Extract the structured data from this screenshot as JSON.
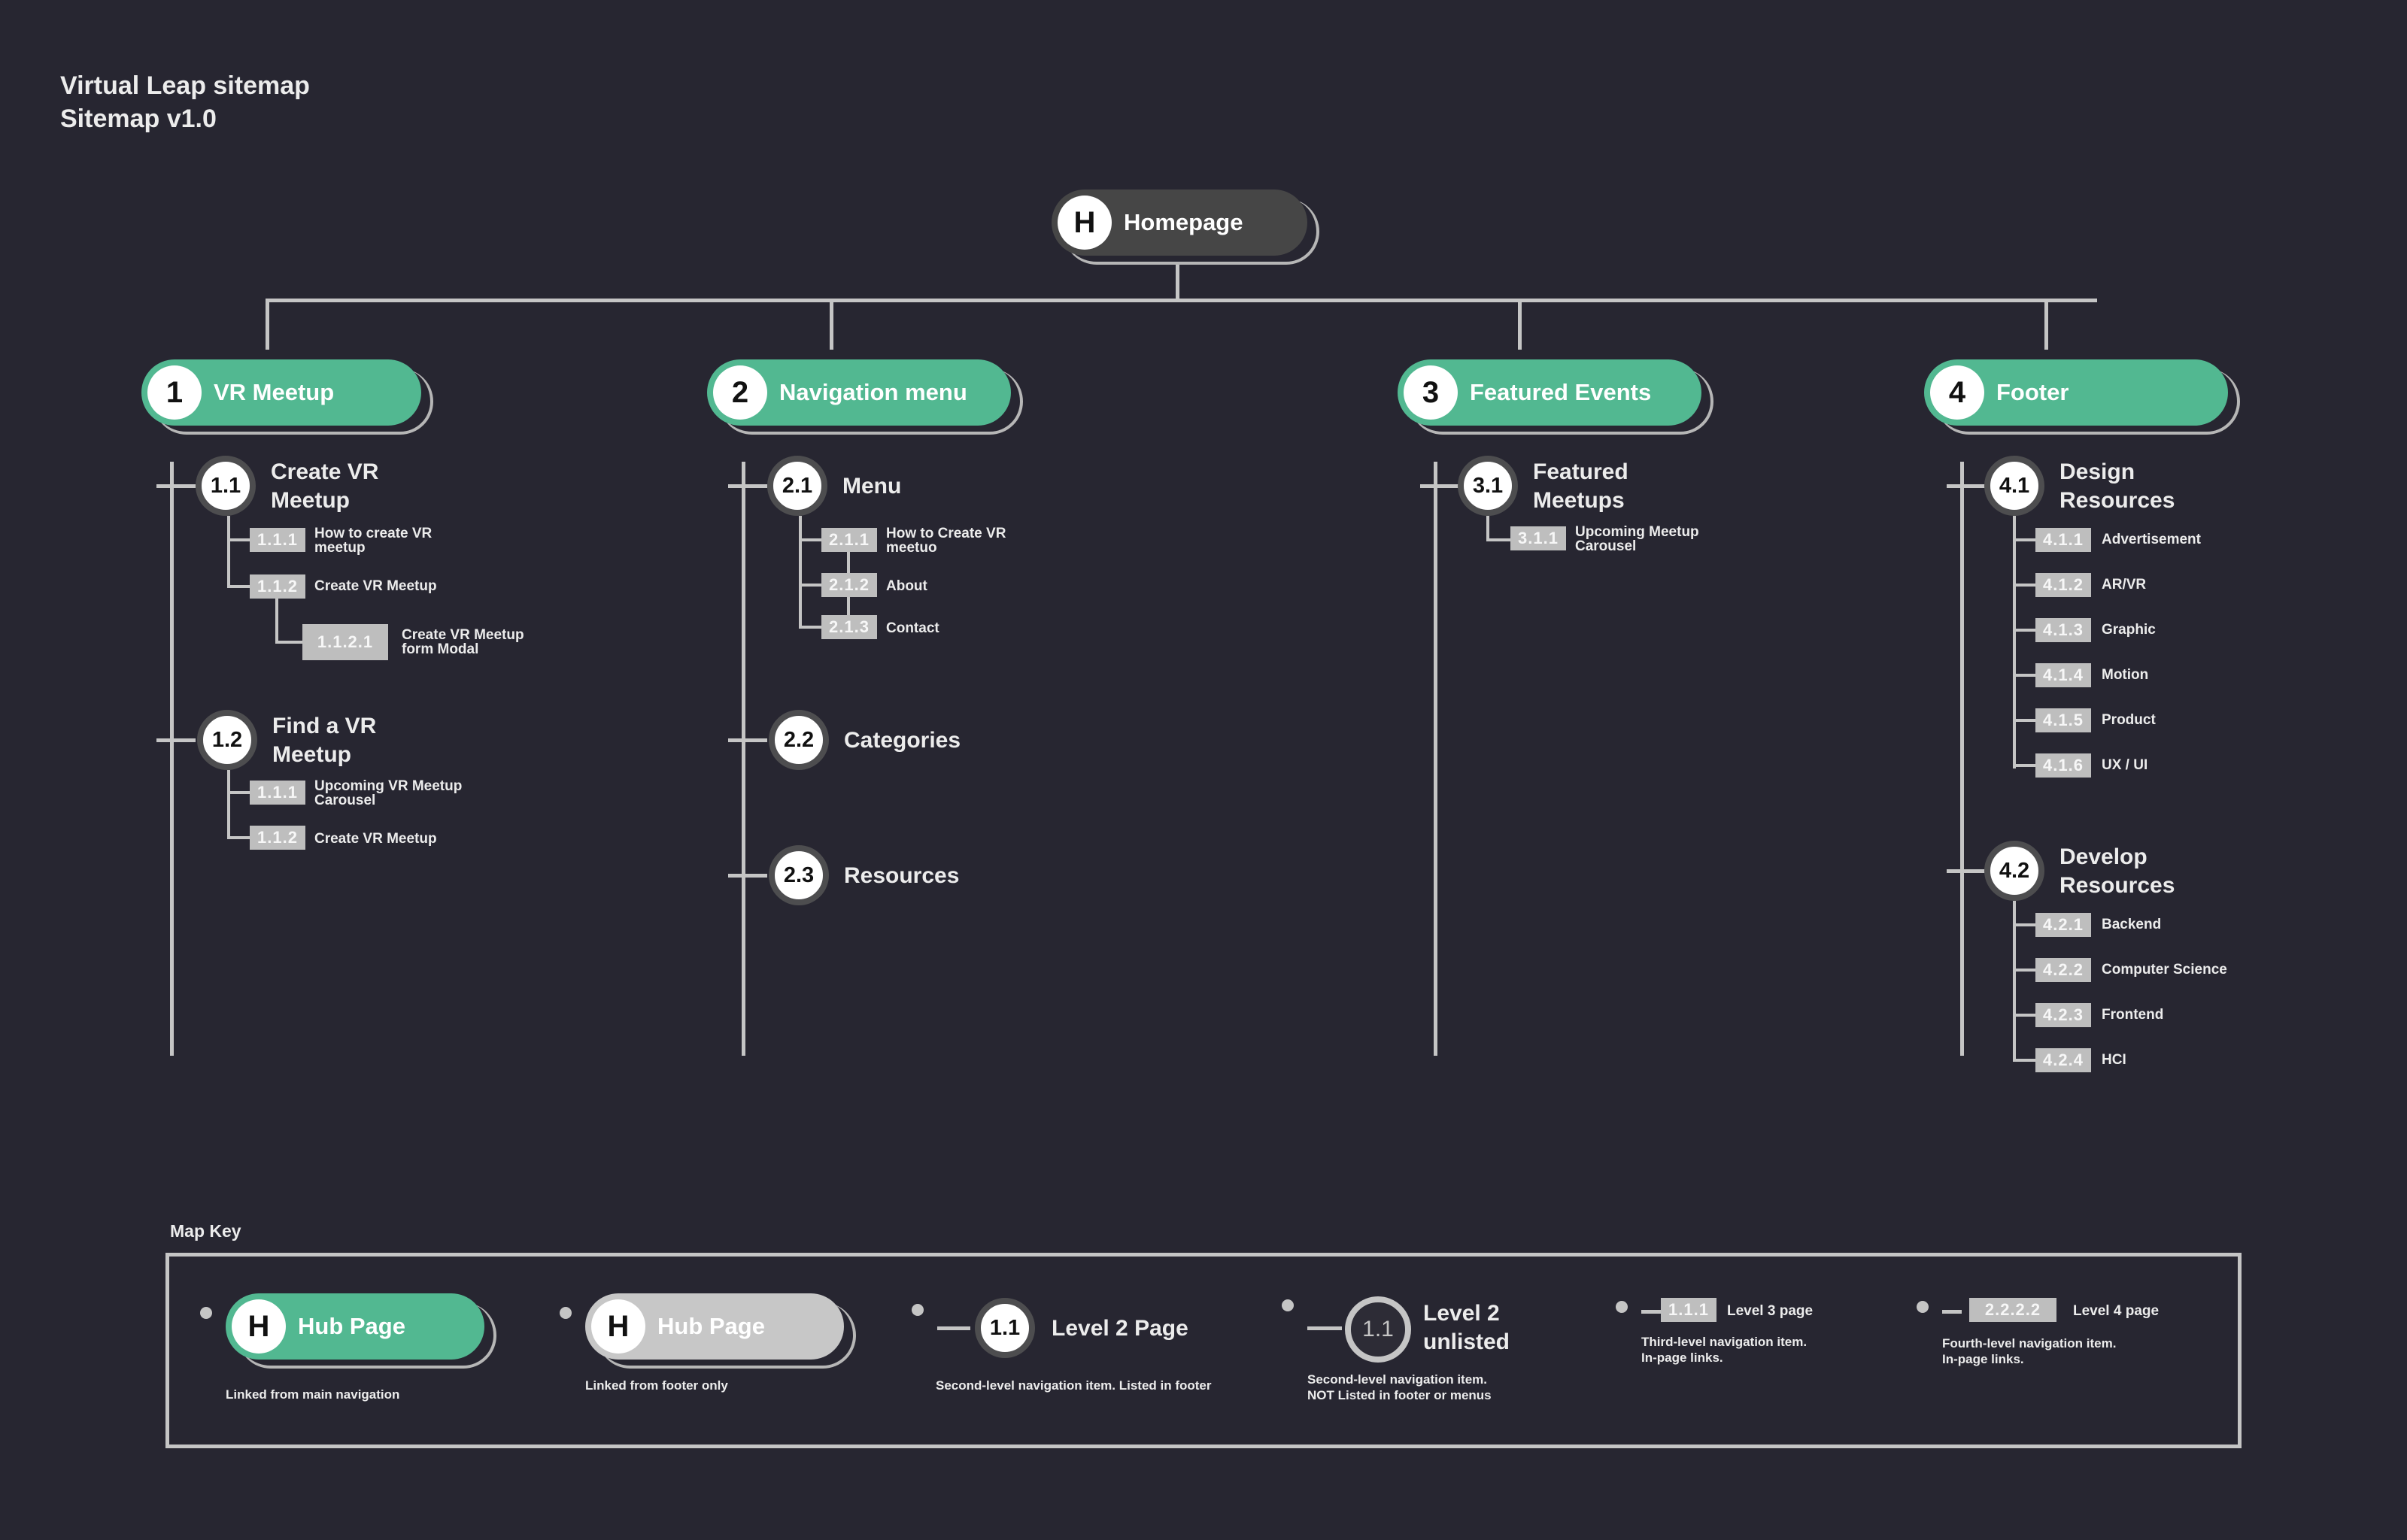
{
  "header": {
    "title": "Virtual Leap sitemap",
    "subtitle": "Sitemap v1.0"
  },
  "home": {
    "marker": "H",
    "label": "Homepage"
  },
  "sections": [
    {
      "num": "1",
      "label": "VR Meetup",
      "pages": [
        {
          "num": "1.1",
          "label": "Create VR\nMeetup",
          "items": [
            {
              "num": "1.1.1",
              "label": "How to create VR\nmeetup"
            },
            {
              "num": "1.1.2",
              "label": "Create VR Meetup"
            },
            {
              "num": "1.1.2.1",
              "label": "Create VR Meetup\nform Modal"
            }
          ]
        },
        {
          "num": "1.2",
          "label": "Find a VR\nMeetup",
          "items": [
            {
              "num": "1.1.1",
              "label": "Upcoming VR Meetup\nCarousel"
            },
            {
              "num": "1.1.2",
              "label": "Create VR Meetup"
            }
          ]
        }
      ]
    },
    {
      "num": "2",
      "label": "Navigation menu",
      "pages": [
        {
          "num": "2.1",
          "label": "Menu",
          "items": [
            {
              "num": "2.1.1",
              "label": "How to Create VR\nmeetuo"
            },
            {
              "num": "2.1.2",
              "label": "About"
            },
            {
              "num": "2.1.3",
              "label": "Contact"
            }
          ]
        },
        {
          "num": "2.2",
          "label": "Categories",
          "items": []
        },
        {
          "num": "2.3",
          "label": "Resources",
          "items": []
        }
      ]
    },
    {
      "num": "3",
      "label": "Featured Events",
      "pages": [
        {
          "num": "3.1",
          "label": "Featured\nMeetups",
          "items": [
            {
              "num": "3.1.1",
              "label": "Upcoming  Meetup\nCarousel"
            }
          ]
        }
      ]
    },
    {
      "num": "4",
      "label": "Footer",
      "pages": [
        {
          "num": "4.1",
          "label": "Design\nResources",
          "items": [
            {
              "num": "4.1.1",
              "label": "Advertisement"
            },
            {
              "num": "4.1.2",
              "label": "AR/VR"
            },
            {
              "num": "4.1.3",
              "label": "Graphic"
            },
            {
              "num": "4.1.4",
              "label": "Motion"
            },
            {
              "num": "4.1.5",
              "label": "Product"
            },
            {
              "num": "4.1.6",
              "label": "UX / UI"
            }
          ]
        },
        {
          "num": "4.2",
          "label": "Develop\nResources",
          "items": [
            {
              "num": "4.2.1",
              "label": "Backend"
            },
            {
              "num": "4.2.2",
              "label": "Computer Science"
            },
            {
              "num": "4.2.3",
              "label": "Frontend"
            },
            {
              "num": "4.2.4",
              "label": "HCI"
            }
          ]
        }
      ]
    }
  ],
  "key": {
    "title": "Map Key",
    "hub_main": {
      "marker": "H",
      "label": "Hub Page",
      "desc": "Linked from main navigation"
    },
    "hub_footer": {
      "marker": "H",
      "label": "Hub Page",
      "desc": "Linked from footer only"
    },
    "level2": {
      "num": "1.1",
      "label": "Level 2 Page",
      "desc": "Second-level navigation item. Listed in footer"
    },
    "level2_unlisted": {
      "num": "1.1",
      "label": "Level 2\nunlisted",
      "desc": "Second-level navigation item.\nNOT Listed in footer or menus"
    },
    "level3": {
      "num": "1.1.1",
      "label": "Level 3 page",
      "desc": "Third-level navigation item.\nIn-page links."
    },
    "level4": {
      "num": "2.2.2.2",
      "label": "Level 4 page",
      "desc": "Fourth-level navigation item.\nIn-page links."
    }
  },
  "colors": {
    "background": "#272631",
    "hub": "#52b891",
    "homepage": "#464646",
    "footer_hub": "#c7c7c7",
    "line": "#c5c5c5",
    "box": "#bebebe"
  }
}
